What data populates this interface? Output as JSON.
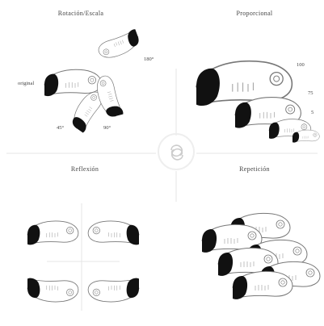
{
  "panels": {
    "rotation": {
      "title": "Rotación/Escala",
      "labels": {
        "original": "original",
        "deg45": "45°",
        "deg90": "90°",
        "deg180": "180°"
      }
    },
    "proportional": {
      "title": "Proporcional",
      "labels": {
        "s100": "100",
        "s75": "75",
        "s50": "5"
      }
    },
    "reflection": {
      "title": "Reflexión"
    },
    "repetition": {
      "title": "Repetición"
    }
  },
  "colors": {
    "beak_dark": "#111111",
    "outline": "#777777",
    "divider": "#e6e6e6",
    "hatch": "#999999"
  }
}
